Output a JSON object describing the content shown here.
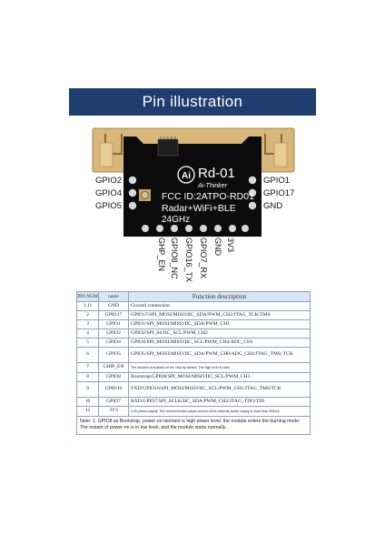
{
  "title": "Pin illustration",
  "module": {
    "name": "Rd-01",
    "brand": "Ai-Thinker",
    "fcc": "FCC ID:2ATPO-RD01",
    "features": "Radar+WiFi+BLE",
    "freq": "24GHz"
  },
  "pins_left": [
    "GPIO2",
    "GPIO4",
    "GPIO5"
  ],
  "pins_right": [
    "GPIO1",
    "GPIO17",
    "GND"
  ],
  "pins_bottom": [
    "GHP_EN",
    "GPIO8_NC",
    "GPIO16_TX",
    "GPIO7_RX",
    "GND",
    "3V3"
  ],
  "table": {
    "headers": [
      "PIN NUM",
      "name",
      "Function description"
    ],
    "rows": [
      {
        "num": "1,11",
        "name": "GND",
        "desc": "Ground connection",
        "tiny": false
      },
      {
        "num": "2",
        "name": "GPIO17",
        "desc": "GPIO17/SPI_MOSI/MISO/IIC_SDA/PWM_CH2/JTAG_TCK/TMS",
        "tiny": false
      },
      {
        "num": "3",
        "name": "GPIO1",
        "desc": "GPIO1/SPI_MOSI/MISO/IIC_SDA/PWM_CH1",
        "tiny": false
      },
      {
        "num": "4",
        "name": "GPIO2",
        "desc": "GPIO2/SPI_SS/IIC_SCL/PWM_CH2",
        "tiny": false
      },
      {
        "num": "5",
        "name": "GPIO4",
        "desc": "GPIO4/SPI_MOSI/MISO/IIC_SCL/PWM_CH4/ADC_CH1",
        "tiny": false
      },
      {
        "num": "6",
        "name": "GPIO5",
        "desc": "GPIO5/SPI_MOSI/MISO/IIC_SDA/PWM_CH0/ADC_CH4/JTAG_TMS/ TCK",
        "tiny": false
      },
      {
        "num": "7",
        "name": "CHIP_EN",
        "desc": "The function is enabled on the chip by default. The high level is valid.",
        "tiny": true
      },
      {
        "num": "8",
        "name": "GPIO8",
        "desc": "Bootstrap/GPIO8/SPI_MOSI/MISO/IIC_SCL/PWM_CH3",
        "tiny": false
      },
      {
        "num": "9",
        "name": "GPIO16",
        "desc": "TXD/GPIO16/SPI_MOSI/MISO/IIC_SCL/PWM_CH1/JTAG_TMS/TCK",
        "tiny": false
      },
      {
        "num": "10",
        "name": "GPIO7",
        "desc": "RXD/GPIO7/SPI_SCLK/IIC_SDA/PWM_CH2/JTAG_TDO/TDI",
        "tiny": false
      },
      {
        "num": "12",
        "name": "3V3",
        "desc": "3.3V power supply. The recommended output current of the external power supply is more than 500mA.",
        "tiny": true
      }
    ],
    "note": "Note: 1, GPIO8 as Bootstrap, power-on moment is high power level, the module enters the burning mode; The instant of power-on is in low level, and the module starts normally."
  },
  "colors": {
    "banner": "#1f3d6e",
    "pcb": "#0c0c0c",
    "antenna": "#d9b77a",
    "header": "#d8e5f3"
  }
}
